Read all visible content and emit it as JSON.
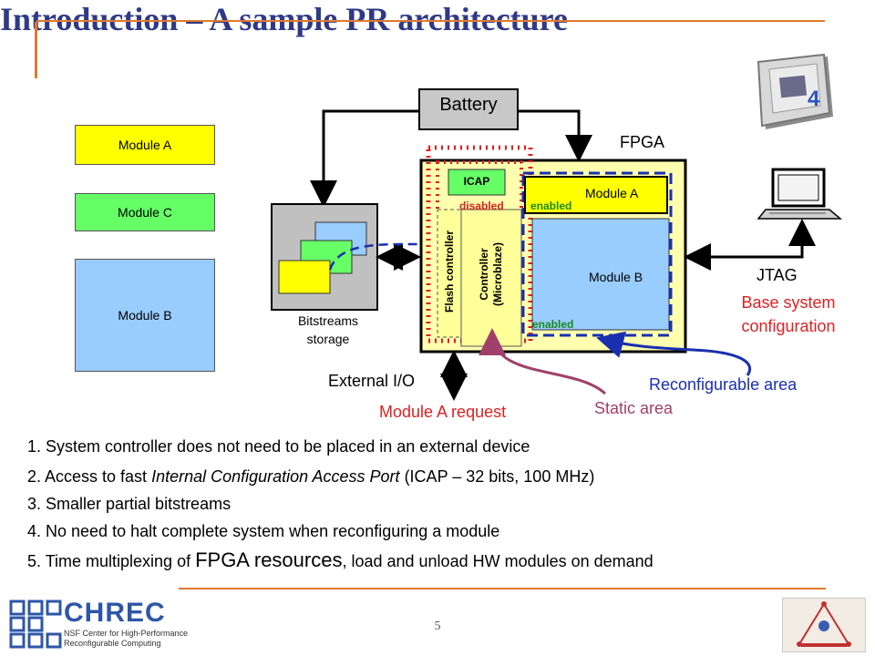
{
  "slide": {
    "title": "Introduction – A sample PR architecture",
    "number": "5"
  },
  "colors": {
    "title": "#2e3a87",
    "accent_orange": "#e07a2e",
    "fpga_yellow": "#ffffb0",
    "module_a": "#ffff00",
    "module_c": "#66ff66",
    "module_b": "#99ccff",
    "static_red": "#e02020",
    "reconfig_blue": "#1a2fb0",
    "static_purple": "#a0406a",
    "enabled_green": "#1a8a1a"
  },
  "left_modules": {
    "module_a": "Module A",
    "module_c": "Module C",
    "module_b": "Module B"
  },
  "diagram": {
    "battery": "Battery",
    "fpga": "FPGA",
    "bitstreams_storage_line1": "Bitstreams",
    "bitstreams_storage_line2": "storage",
    "icap": "ICAP",
    "disabled": "disabled",
    "enabled_top": "enabled",
    "enabled_bottom": "enabled",
    "flash_controller": "Flash controller",
    "controller_line1": "Controller",
    "controller_line2": "(Microblaze)",
    "fpga_module_a": "Module A",
    "fpga_module_b": "Module B",
    "jtag": "JTAG",
    "base_system_line1": "Base system",
    "base_system_line2": "configuration",
    "external_io": "External I/O",
    "module_a_request": "Module A request",
    "static_area": "Static area",
    "reconfigurable_area": "Reconfigurable area"
  },
  "bullets": {
    "b1": "1. System controller does not need to be placed in an external device",
    "b2_pre": "2. Access to fast ",
    "b2_italic": "Internal Configuration Access Port",
    "b2_post": " (ICAP – 32 bits, 100 MHz)",
    "b3": "3. Smaller partial bitstreams",
    "b4": "4. No need to halt complete system when reconfiguring a module",
    "b5_pre": "5. Time multiplexing of ",
    "b5_big": "FPGA resources",
    "b5_post": ", load and unload HW modules on demand"
  },
  "footer": {
    "logo_name": "CHREC",
    "logo_line1": "NSF Center for High-Performance",
    "logo_line2": "Reconfigurable Computing"
  },
  "icons": {
    "chip": "virtex-4-chip-icon",
    "laptop": "laptop-icon",
    "right_logo": "university-logo-icon"
  }
}
